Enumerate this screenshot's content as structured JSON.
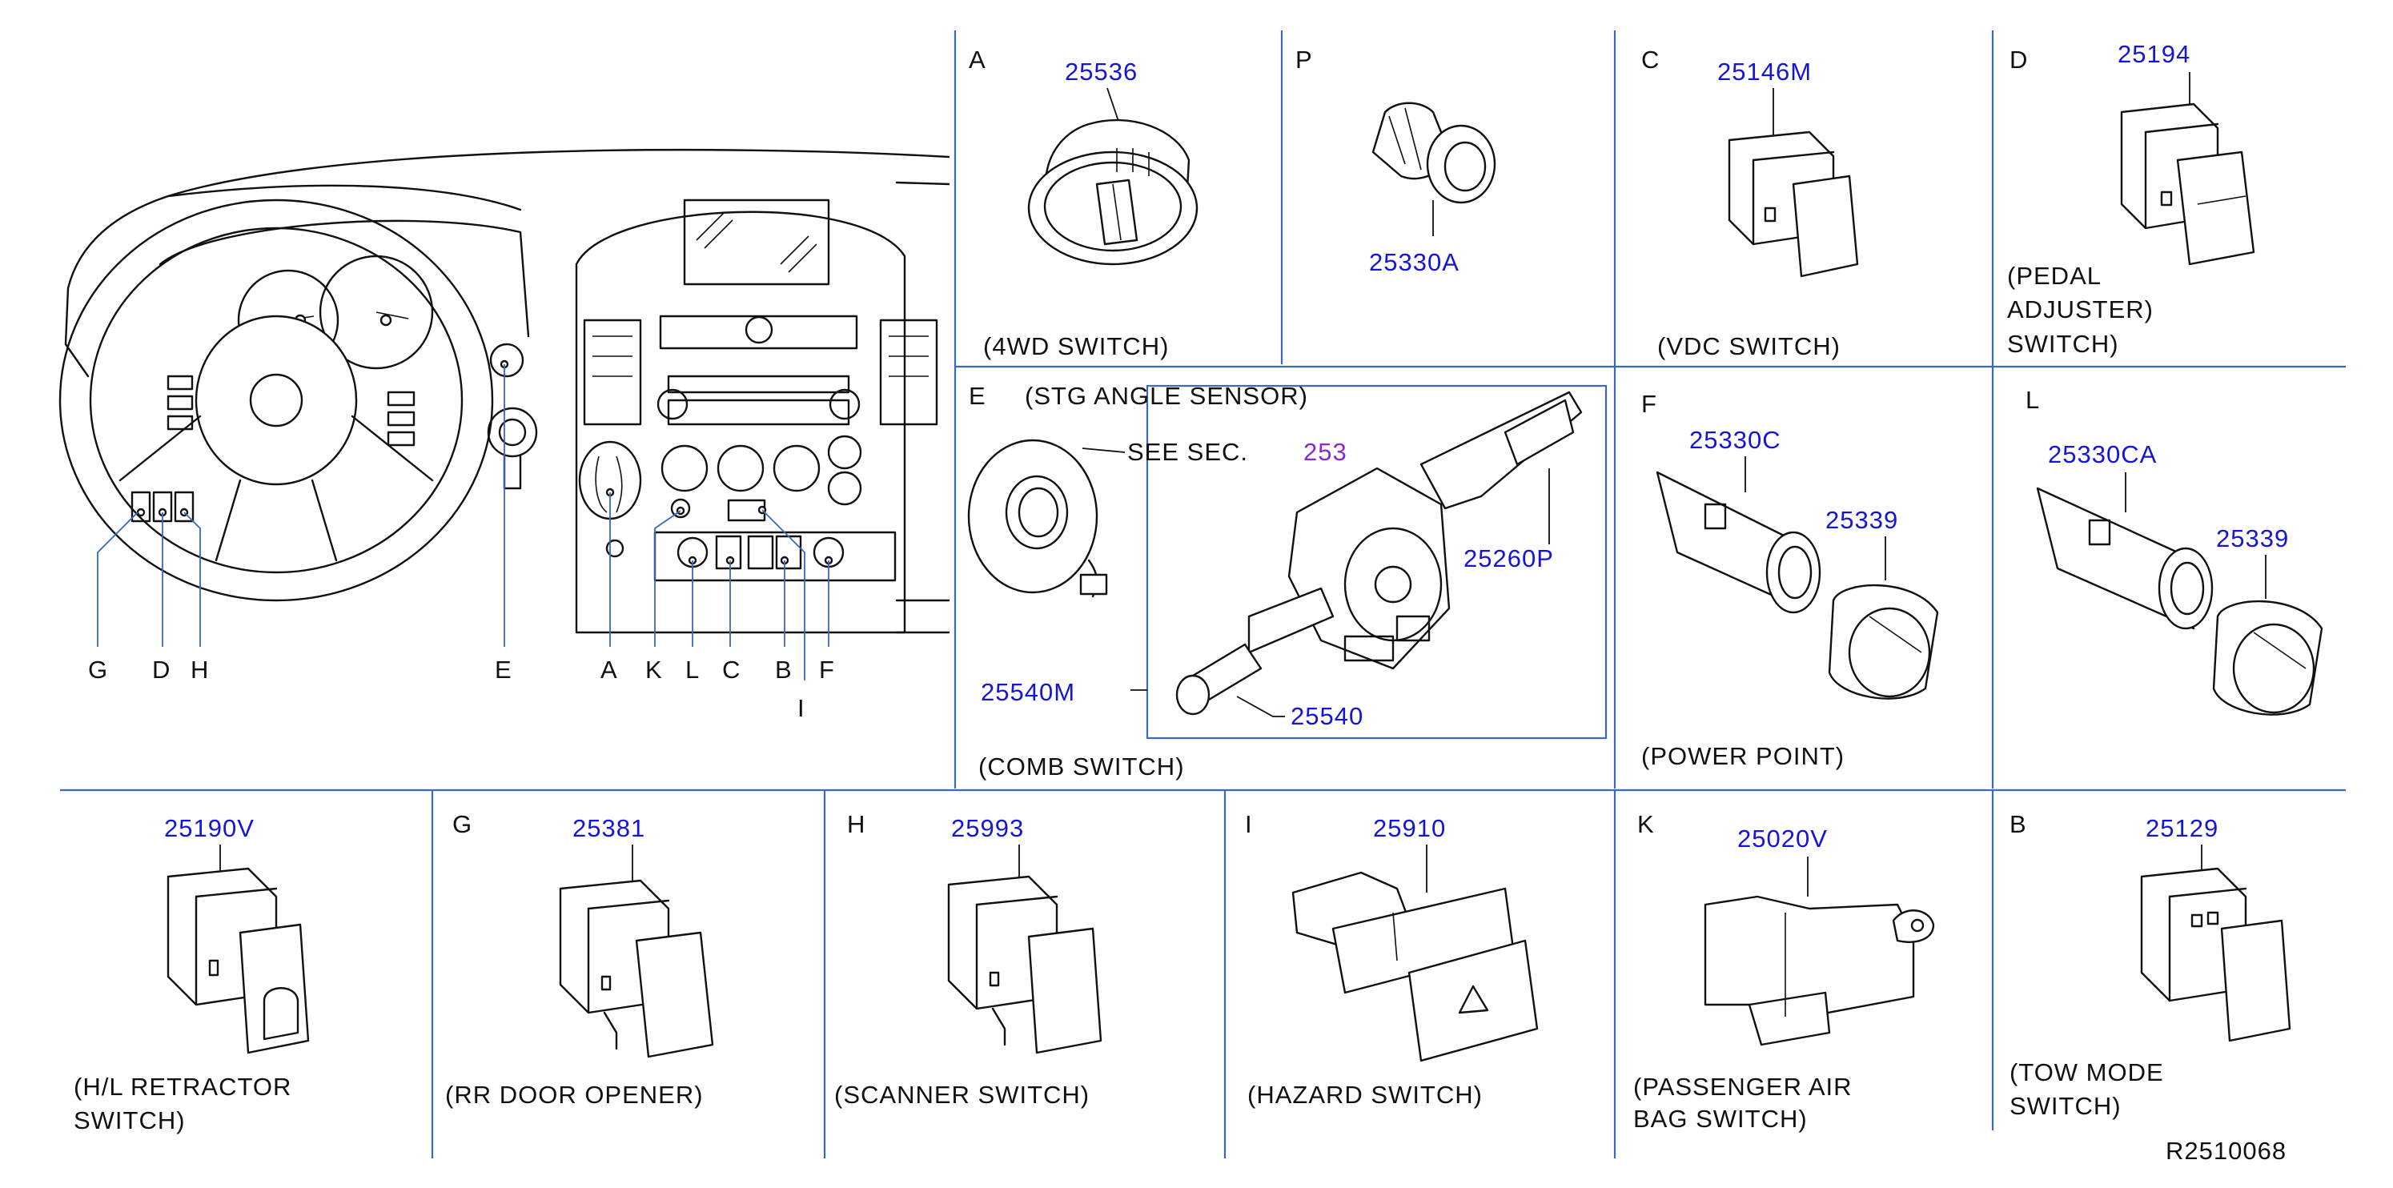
{
  "drawing_number": "R2510068",
  "cabin_callouts": [
    "G",
    "D",
    "H",
    "E",
    "A",
    "K",
    "L",
    "C",
    "B",
    "F",
    "I"
  ],
  "cells": {
    "A": {
      "letter": "A",
      "part": "25536",
      "caption": [
        "(4WD SWITCH)"
      ]
    },
    "P": {
      "letter": "P",
      "part": "25330A",
      "caption": []
    },
    "C": {
      "letter": "C",
      "part": "25146M",
      "caption": [
        "(VDC SWITCH)"
      ]
    },
    "D": {
      "letter": "D",
      "part": "25194",
      "caption": [
        "(PEDAL",
        "ADJUSTER)",
        "SWITCH)"
      ]
    },
    "E": {
      "letter": "E",
      "heading": "(STG ANGLE SENSOR)",
      "see_sec": "SEE SEC.",
      "see_sec_ref": "253",
      "parts": [
        "25260P",
        "25540M",
        "25540"
      ],
      "caption": [
        "(COMB SWITCH)"
      ]
    },
    "F": {
      "letter": "F",
      "parts": [
        "25330C",
        "25339"
      ],
      "caption": [
        "(POWER POINT)"
      ]
    },
    "L": {
      "letter": "L",
      "parts": [
        "25330CA",
        "25339"
      ],
      "caption": []
    },
    "HL": {
      "letter": "",
      "part": "25190V",
      "caption": [
        "(H/L RETRACTOR",
        "SWITCH)"
      ]
    },
    "G": {
      "letter": "G",
      "part": "25381",
      "caption": [
        "(RR DOOR OPENER)"
      ]
    },
    "H": {
      "letter": "H",
      "part": "25993",
      "caption": [
        "(SCANNER SWITCH)"
      ]
    },
    "I": {
      "letter": "I",
      "part": "25910",
      "caption": [
        "(HAZARD SWITCH)"
      ]
    },
    "K": {
      "letter": "K",
      "part": "25020V",
      "caption": [
        "(PASSENGER AIR",
        "BAG SWITCH)"
      ]
    },
    "B": {
      "letter": "B",
      "part": "25129",
      "caption": [
        "(TOW MODE",
        "SWITCH)"
      ]
    }
  }
}
